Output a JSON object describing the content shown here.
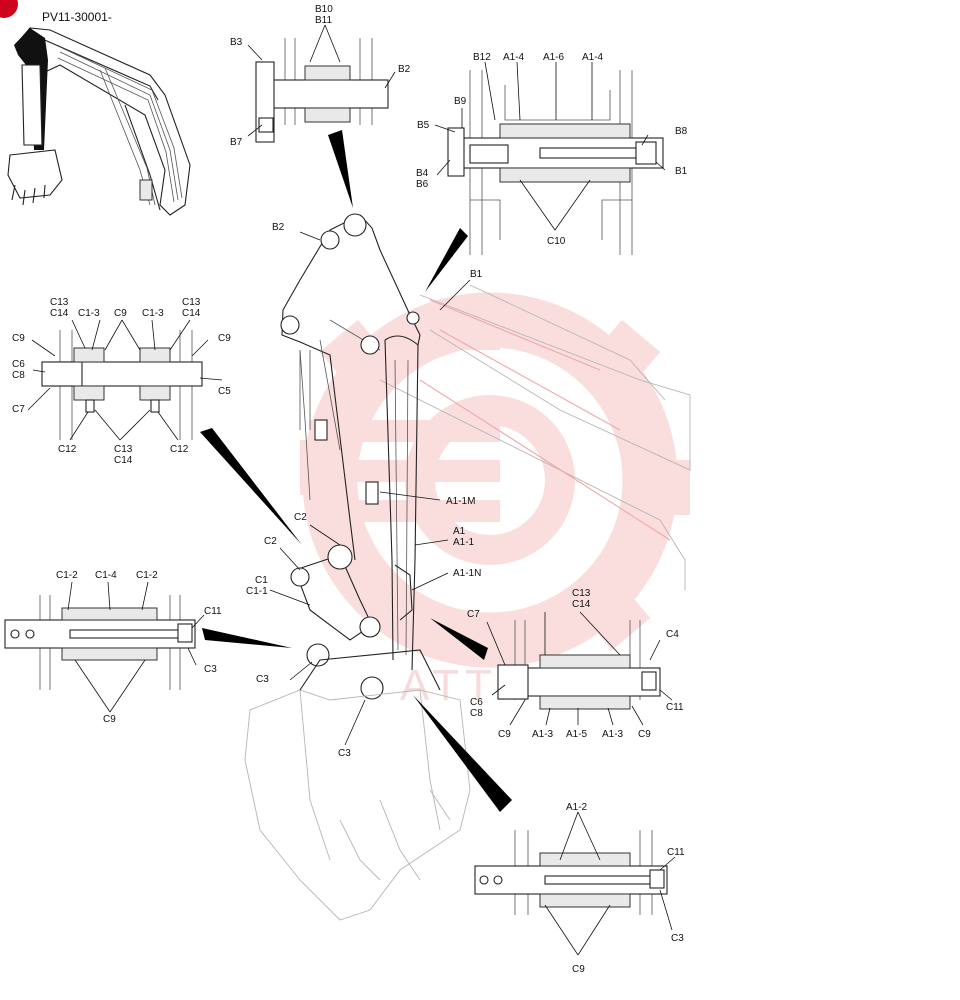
{
  "header": {
    "serial": "PV11-30001-"
  },
  "watermark": {
    "text": "ATTX",
    "color": "#f4b8b8"
  },
  "colors": {
    "badge": "#d0021b",
    "line": "#222222"
  },
  "labels": {
    "b10": "B10",
    "b11": "B11",
    "b3": "B3",
    "b2_top": "B2",
    "b7": "B7",
    "b12": "B12",
    "a1_4a": "A1-4",
    "a1_6": "A1-6",
    "a1_4b": "A1-4",
    "b9": "B9",
    "b5": "B5",
    "b8": "B8",
    "b4": "B4",
    "b6": "B6",
    "b1_top": "B1",
    "c10": "C10",
    "b2_main": "B2",
    "b1_main": "B1",
    "c13a": "C13",
    "c14a": "C14",
    "c1_3a": "C1-3",
    "c9a": "C9",
    "c1_3b": "C1-3",
    "c13b": "C13",
    "c14b": "C14",
    "c9_l1": "C9",
    "c9_r1": "C9",
    "c6a": "C6",
    "c8a": "C8",
    "c5": "C5",
    "c7a": "C7",
    "c12a": "C12",
    "c13c": "C13",
    "c14c": "C14",
    "c12b": "C12",
    "a1_1m": "A1-1M",
    "a1": "A1",
    "a1_1": "A1-1",
    "a1_1n": "A1-1N",
    "c2a": "C2",
    "c2b": "C2",
    "c1": "C1",
    "c1_1": "C1-1",
    "c3a": "C3",
    "c3b": "C3",
    "c1_2a": "C1-2",
    "c1_4": "C1-4",
    "c1_2b": "C1-2",
    "c11a": "C11",
    "c3c": "C3",
    "c9b": "C9",
    "c13d": "C13",
    "c14d": "C14",
    "c7b": "C7",
    "c4": "C4",
    "c6b": "C6",
    "c8b": "C8",
    "c11b": "C11",
    "c9c": "C9",
    "a1_3a": "A1-3",
    "a1_5": "A1-5",
    "a1_3b": "A1-3",
    "c9d": "C9",
    "a1_2": "A1-2",
    "c11c": "C11",
    "c3d": "C3",
    "c9e": "C9"
  }
}
